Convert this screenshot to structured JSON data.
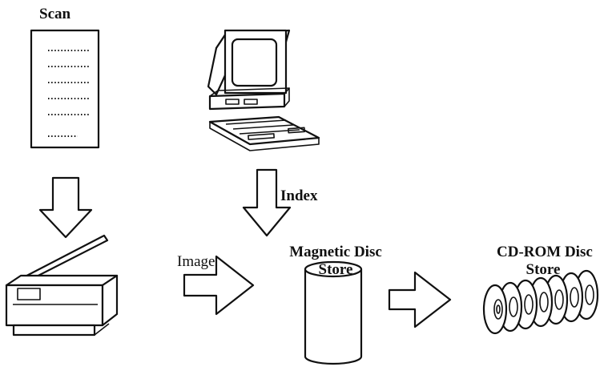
{
  "labels": {
    "scan": "Scan",
    "index": "Index",
    "image": "Image",
    "magnetic_line1": "Magnetic Disc",
    "magnetic_line2": "Store",
    "cdrom_line1": "CD-ROM Disc",
    "cdrom_line2": "Store"
  },
  "icons": {
    "document": "document-icon",
    "computer": "computer-icon",
    "scanner": "scanner-icon",
    "cylinder": "magnetic-disc-icon",
    "cd_stack": "cd-rom-stack-icon"
  },
  "colors": {
    "ink": "#111111",
    "background": "#ffffff"
  }
}
